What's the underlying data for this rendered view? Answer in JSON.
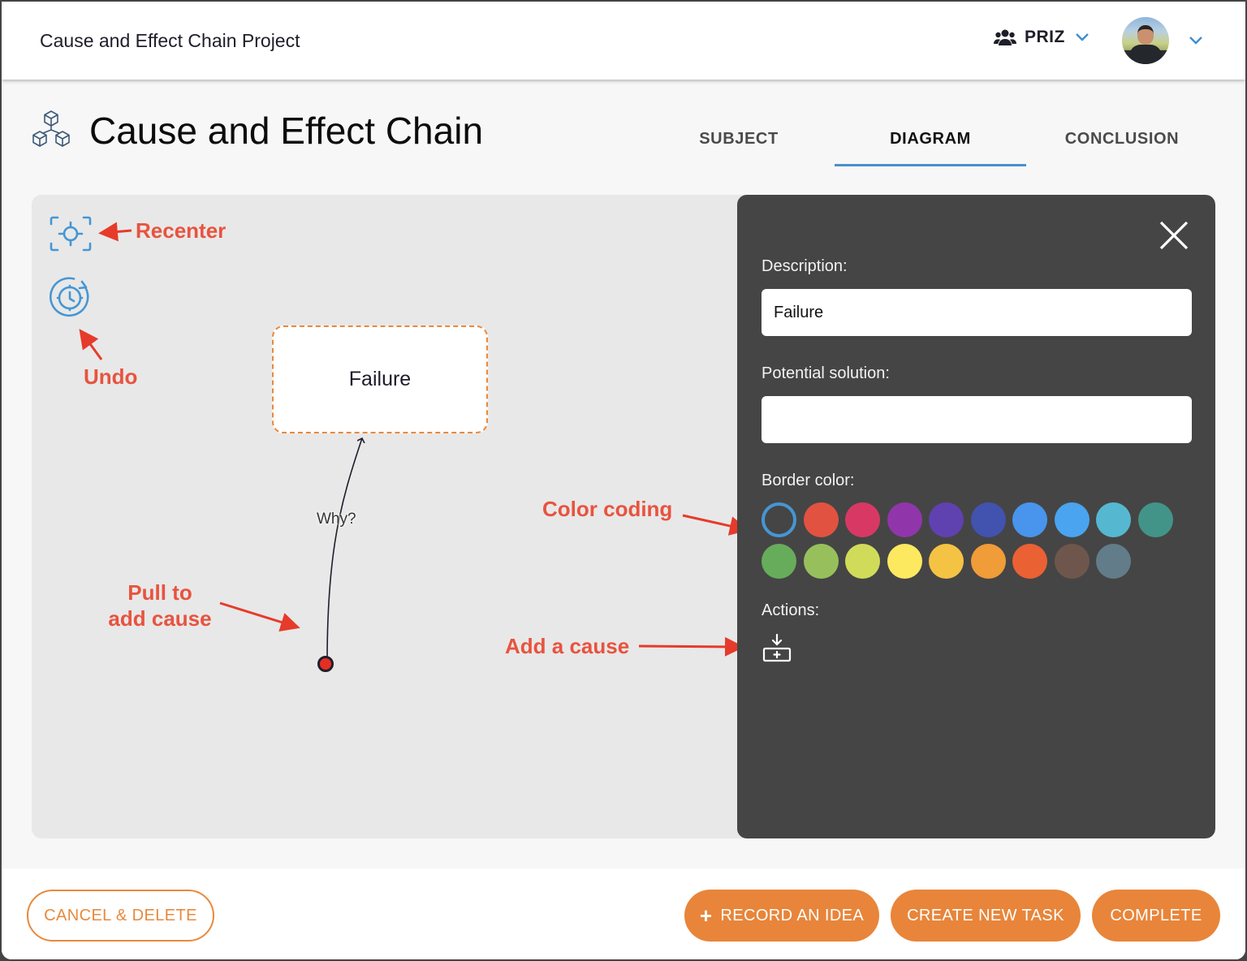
{
  "header": {
    "project_title": "Cause and Effect Chain Project",
    "team": {
      "icon": "users-icon",
      "name": "PRIZ"
    },
    "user": {
      "avatar": "user-avatar-photo"
    }
  },
  "page": {
    "icon": "cubes-hierarchy-icon",
    "title": "Cause and Effect Chain",
    "tabs": [
      {
        "label": "SUBJECT",
        "active": false
      },
      {
        "label": "DIAGRAM",
        "active": true
      },
      {
        "label": "CONCLUSION",
        "active": false
      }
    ]
  },
  "canvas": {
    "controls": [
      {
        "name": "recenter",
        "icon": "focus-crosshair-icon"
      },
      {
        "name": "undo",
        "icon": "history-clock-icon"
      }
    ],
    "node": {
      "label": "Failure",
      "border_color": "#e8893d"
    },
    "edge_label": "Why?",
    "handle_color": "#e52f25",
    "annotations": {
      "recenter": "Recenter",
      "undo": "Undo",
      "pull_line1": "Pull to",
      "pull_line2": "add cause",
      "color_coding": "Color coding",
      "add_cause": "Add a cause",
      "color": "#e8533f"
    }
  },
  "panel": {
    "description_label": "Description:",
    "description_value": "Failure",
    "solution_label": "Potential solution:",
    "solution_value": "",
    "border_color_label": "Border color:",
    "colors": [
      "none",
      "#e25241",
      "#d73964",
      "#9036aa",
      "#6041b0",
      "#4153af",
      "#4994ec",
      "#4aa4ef",
      "#55b8d0",
      "#439488",
      "#67ac5b",
      "#97c05c",
      "#d0dc59",
      "#fde960",
      "#f5c343",
      "#f09c38",
      "#ea6134",
      "#6f564c",
      "#637c89"
    ],
    "selected_color_index": 0,
    "actions_label": "Actions:",
    "actions": [
      {
        "name": "add-cause",
        "icon": "add-cause-icon"
      }
    ]
  },
  "footer": {
    "cancel_delete": "CANCEL & DELETE",
    "record_idea": "RECORD AN IDEA",
    "record_idea_icon": "+",
    "create_task": "CREATE NEW TASK",
    "complete": "COMPLETE",
    "accent": "#e8853a"
  }
}
